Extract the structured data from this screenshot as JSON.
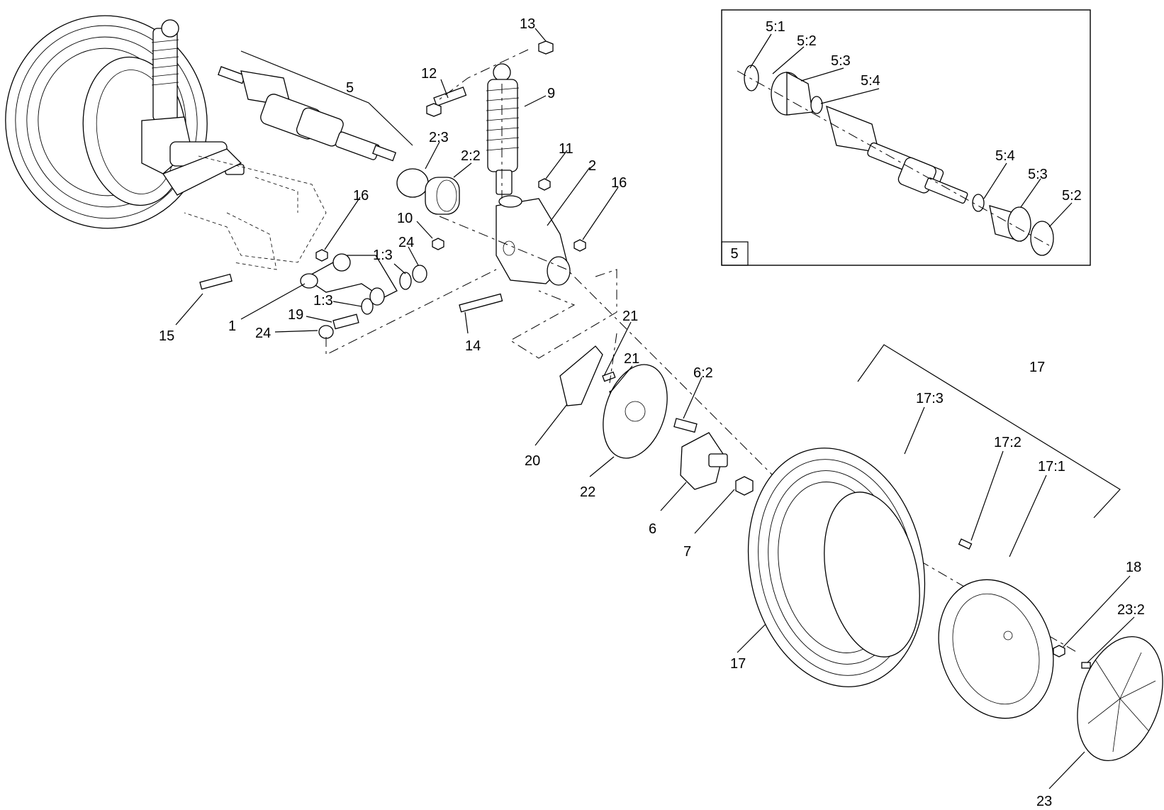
{
  "inset_box_label": "5",
  "callouts": {
    "c_13": "13",
    "c_12": "12",
    "c_9": "9",
    "c_5": "5",
    "c_2_3": "2:3",
    "c_2_2": "2:2",
    "c_11": "11",
    "c_2": "2",
    "c_16_right": "16",
    "c_16_left": "16",
    "c_10": "10",
    "c_24_upper": "24",
    "c_1_3_upper": "1:3",
    "c_1_3_lower": "1:3",
    "c_19": "19",
    "c_24_lower": "24",
    "c_15": "15",
    "c_1": "1",
    "c_14": "14",
    "c_21_upper": "21",
    "c_21_lower": "21",
    "c_6_2": "6:2",
    "c_20": "20",
    "c_22": "22",
    "c_6": "6",
    "c_7": "7",
    "c_17_top": "17",
    "c_17_3": "17:3",
    "c_17_2": "17:2",
    "c_17_1": "17:1",
    "c_17_bottom": "17",
    "c_18": "18",
    "c_23_2": "23:2",
    "c_23": "23",
    "c_5_1": "5:1",
    "c_5_2_top": "5:2",
    "c_5_3_top": "5:3",
    "c_5_4_top": "5:4",
    "c_5_4_bottom": "5:4",
    "c_5_3_bottom": "5:3",
    "c_5_2_bottom": "5:2"
  }
}
